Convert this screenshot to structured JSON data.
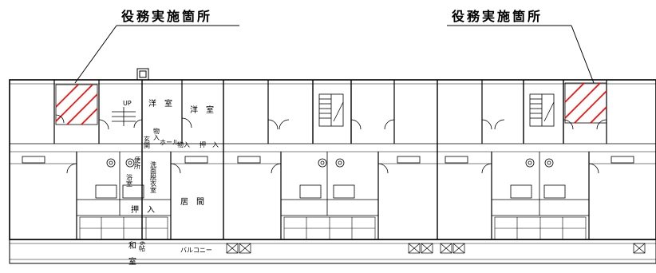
{
  "callouts": {
    "left": "役務実施箇所",
    "right": "役務実施箇所"
  },
  "rooms": {
    "up": "UP",
    "western_a": "洋　室",
    "western_b": "洋　室",
    "storage": "物入",
    "entrance": "玄関",
    "hall": "ホール",
    "storage_closet": "物入",
    "oshiire_upper": "押　入",
    "toilet": "便所",
    "bath": "浴室",
    "washroom": "洗面脱衣室",
    "living": "居　間",
    "oshiire_lower": "押　入",
    "japanese": "和　室",
    "tatami": "6帖",
    "balcony": "バルコニー"
  },
  "colors": {
    "line": "#000000",
    "hatch": "#ff0000"
  }
}
